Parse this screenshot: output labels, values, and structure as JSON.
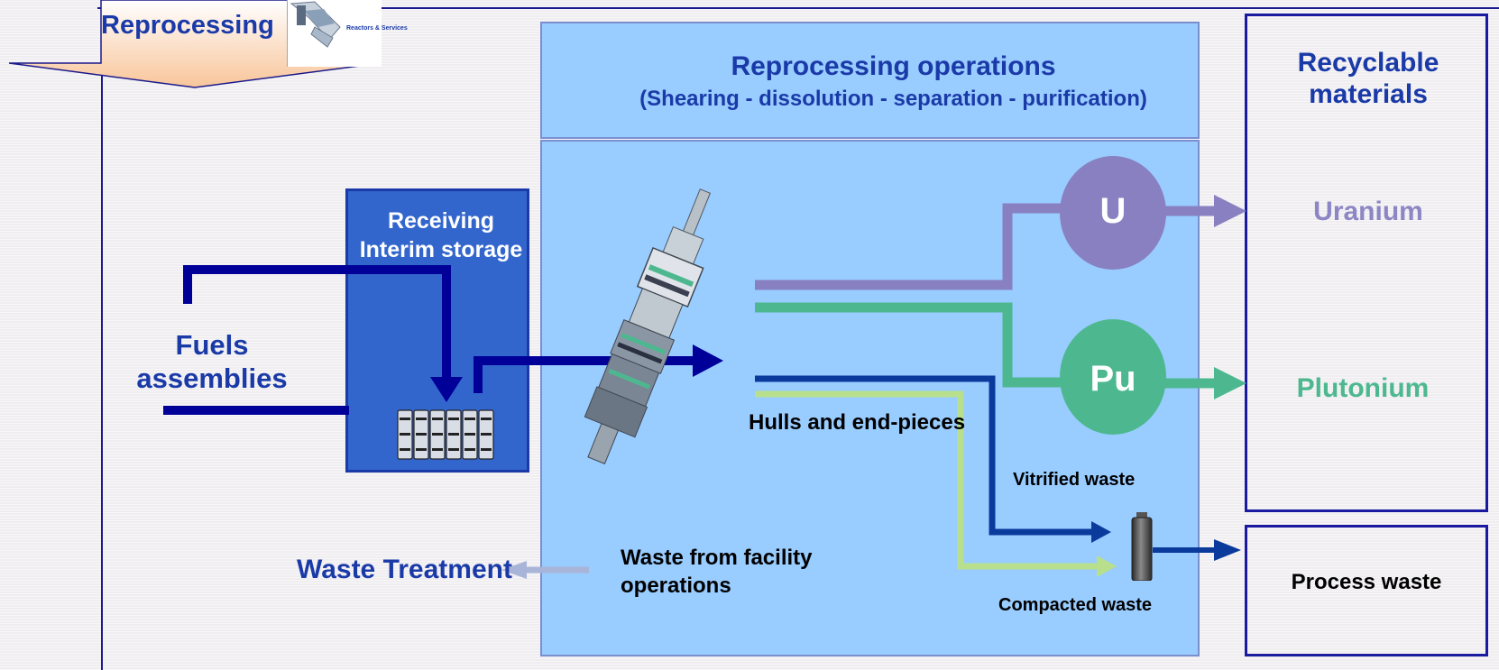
{
  "banner": {
    "title": "Reprocessing",
    "logo_text": "Reactors & Services"
  },
  "operations": {
    "title": "Reprocessing operations",
    "subtitle": "(Shearing - dissolution - separation - purification)"
  },
  "recyclable": {
    "title": "Recyclable materials",
    "uranium": "Uranium",
    "plutonium": "Plutonium"
  },
  "process_waste": "Process waste",
  "storage": {
    "label": "Receiving Interim storage"
  },
  "fuels": {
    "label": "Fuels assemblies"
  },
  "circles": {
    "uranium_symbol": "U",
    "plutonium_symbol": "Pu"
  },
  "waste": {
    "hulls": "Hulls and end-pieces",
    "vitrified": "Vitrified waste",
    "compacted": "Compacted waste",
    "facility": "Waste from facility operations",
    "treatment": "Waste Treatment"
  },
  "colors": {
    "navy": "#000099",
    "uranium": "#8880c0",
    "plutonium": "#4db890",
    "vitrified": "#0a3a9c",
    "compacted": "#b8e08c",
    "facility_flow": "#a8b4d8"
  }
}
